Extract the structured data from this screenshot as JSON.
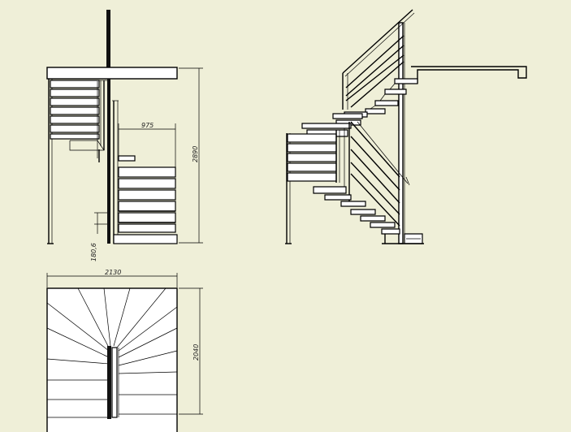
{
  "colors": {
    "background": "#efefd8",
    "line": "#000000",
    "dimension_line": "#222222",
    "tread_fill": "#ffffff"
  },
  "dimensions": {
    "height": "2890",
    "tread_length": "975",
    "riser": "180,6",
    "plan_width": "2130",
    "plan_depth": "2040"
  }
}
